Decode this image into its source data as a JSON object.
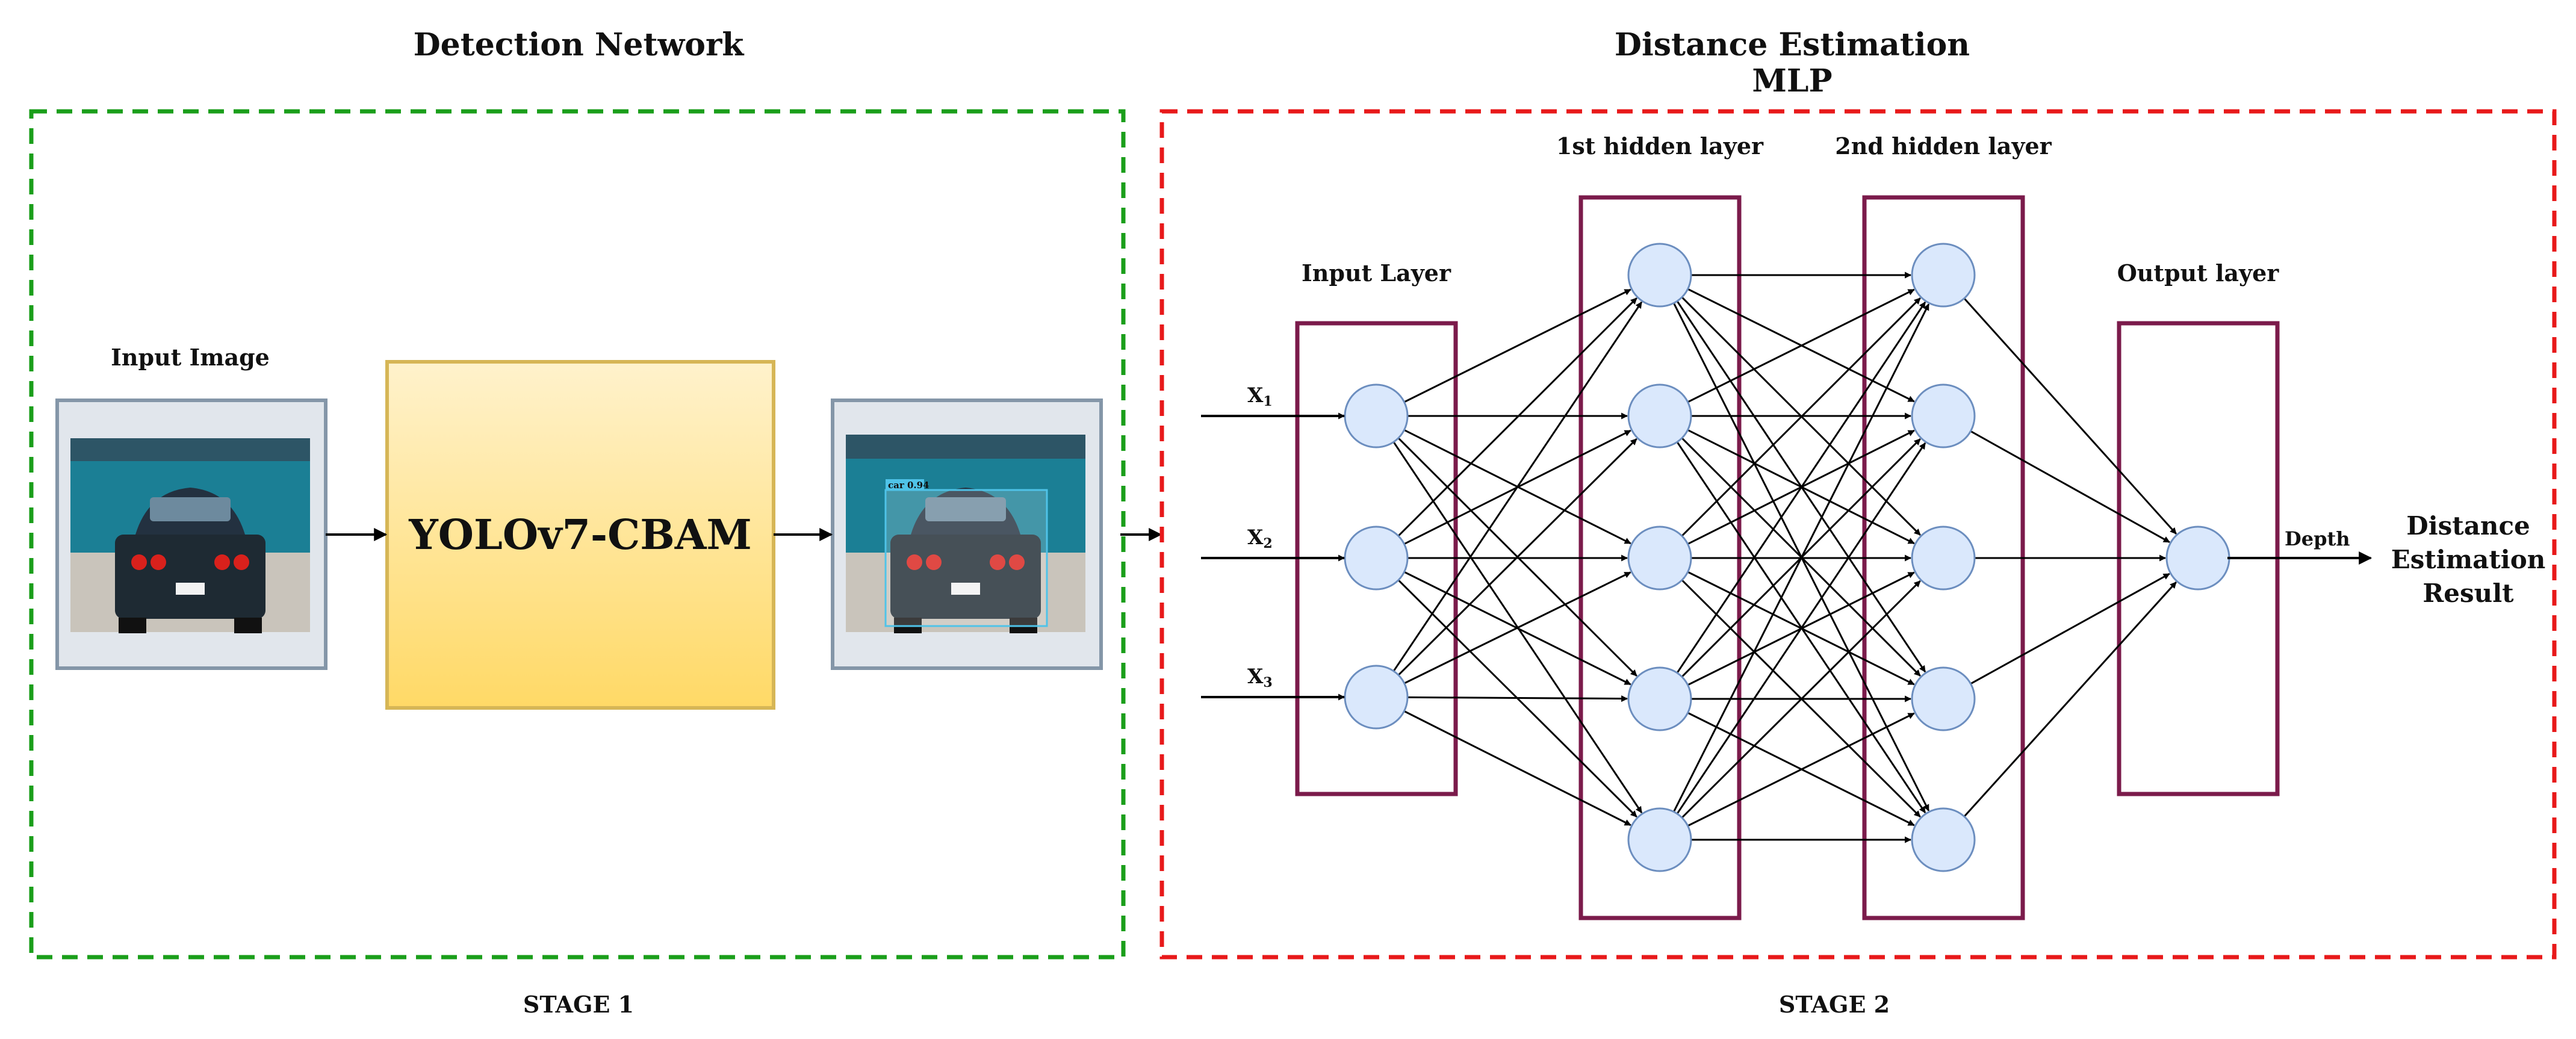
{
  "stage1": {
    "title": "Detection Network",
    "caption": "STAGE 1",
    "border_color": "#1a9e1a",
    "input_label": "Input Image",
    "model_label": "YOLOv7-CBAM",
    "model_fill_top": "#fff2cc",
    "model_fill_bottom": "#ffd966",
    "model_border": "#d6b656",
    "detection_label_text": "car 0.94"
  },
  "stage2": {
    "title_line1": "Distance Estimation",
    "title_line2": "MLP",
    "caption": "STAGE 2",
    "border_color": "#e8191a",
    "layers": {
      "input": "Input Layer",
      "hidden1": "1st hidden layer",
      "hidden2": "2nd hidden layer",
      "output": "Output layer"
    },
    "inputs": [
      {
        "name": "X",
        "sub": "1"
      },
      {
        "name": "X",
        "sub": "2"
      },
      {
        "name": "X",
        "sub": "3"
      }
    ],
    "output_arrow_label": "Depth",
    "result_lines": [
      "Distance",
      "Estimation",
      "Result"
    ],
    "layer_box_color": "#7b1b4b",
    "neuron_fill": "#dae8fc",
    "neuron_stroke": "#6c8ebf",
    "neurons": {
      "input": 3,
      "hidden1": 5,
      "hidden2": 5,
      "output": 1
    }
  }
}
